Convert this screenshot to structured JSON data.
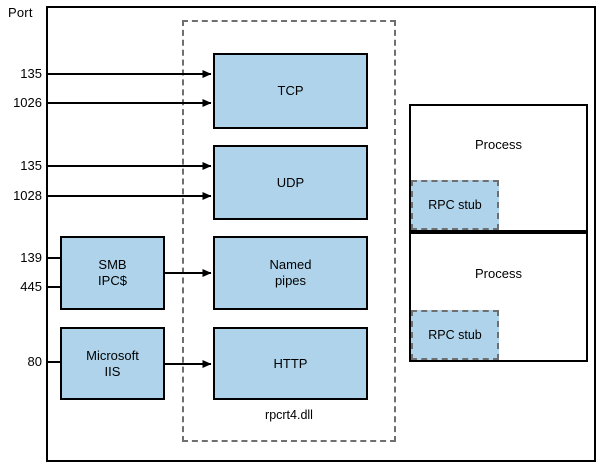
{
  "diagram": {
    "port_column_title": "Port",
    "boundary_label": "rpcrt4.dll",
    "accent_blue": "#aed3ea",
    "line_color": "#000000",
    "dashed_color": "#6f6f6f",
    "ports": [
      {
        "number": "135",
        "target": "TCP"
      },
      {
        "number": "1026",
        "target": "TCP"
      },
      {
        "number": "135",
        "target": "UDP"
      },
      {
        "number": "1028",
        "target": "UDP"
      },
      {
        "number": "139",
        "target": "SMB IPC$"
      },
      {
        "number": "445",
        "target": "SMB IPC$"
      },
      {
        "number": "80",
        "target": "Microsoft IIS"
      }
    ],
    "services": [
      {
        "line1": "SMB",
        "line2": "IPC$"
      },
      {
        "line1": "Microsoft",
        "line2": "IIS"
      }
    ],
    "transports": [
      {
        "line1": "TCP",
        "line2": ""
      },
      {
        "line1": "UDP",
        "line2": ""
      },
      {
        "line1": "Named",
        "line2": "pipes"
      },
      {
        "line1": "HTTP",
        "line2": ""
      }
    ],
    "processes": [
      {
        "label": "Process",
        "stub_label": "RPC stub"
      },
      {
        "label": "Process",
        "stub_label": "RPC stub"
      }
    ]
  }
}
